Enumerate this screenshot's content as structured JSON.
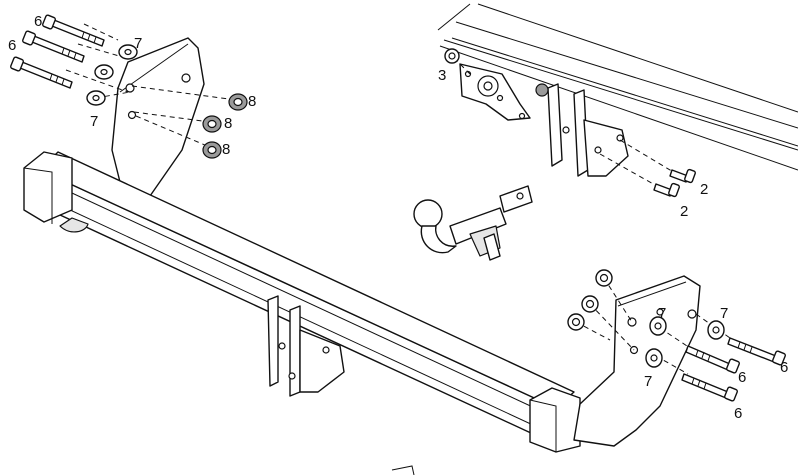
{
  "callouts": {
    "bolt_long": "6",
    "washer": "7",
    "nut_flange": "8",
    "bolt_short": "2",
    "nut_plate": "3"
  }
}
